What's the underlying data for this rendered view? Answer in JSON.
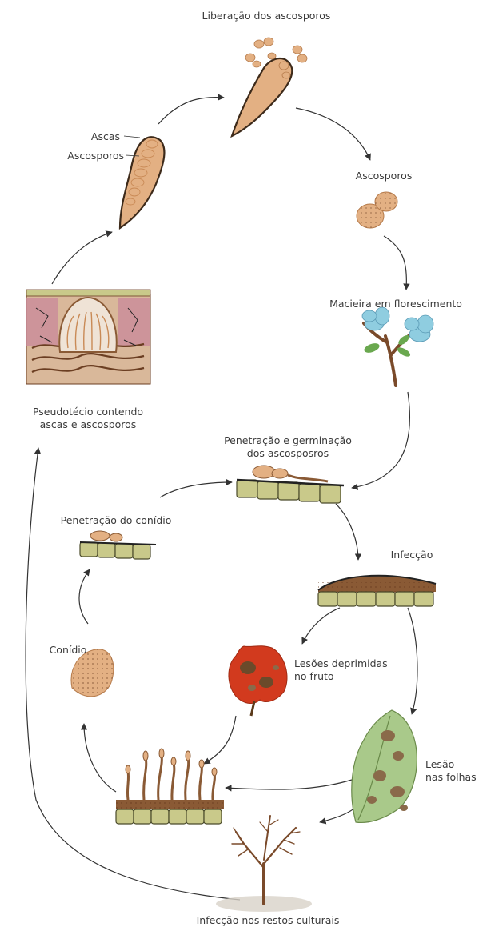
{
  "labels": {
    "ascospore_release": "Liberação dos ascosporos",
    "asci": "Ascas",
    "ascospores_inner": "Ascosporos",
    "ascospores": "Ascosporos",
    "flowering_apple": "Macieira em florescimento",
    "pseudothecium_line1": "Pseudotécio contendo",
    "pseudothecium_line2": "ascas e ascosporos",
    "penetration_germination_line1": "Penetração e germinação",
    "penetration_germination_line2": "dos ascosposros",
    "conidium_penetration": "Penetração do conídio",
    "infection": "Infecção",
    "conidium": "Conídio",
    "fruit_lesions_line1": "Lesões deprimidas",
    "fruit_lesions_line2": "no fruto",
    "leaf_lesion_line1": "Lesão",
    "leaf_lesion_line2": "nas folhas",
    "residue_infection": "Infecção nos restos culturais"
  },
  "colors": {
    "spore": "#e3b083",
    "spore_outline": "#3d2a1a",
    "tissue_cell": "#c9c98a",
    "fungus_brown": "#8a5a35",
    "fruit_red": "#d23a1e",
    "leaf_green": "#a9c98a",
    "flower_blue": "#8fcde0",
    "arrow": "#333333"
  }
}
